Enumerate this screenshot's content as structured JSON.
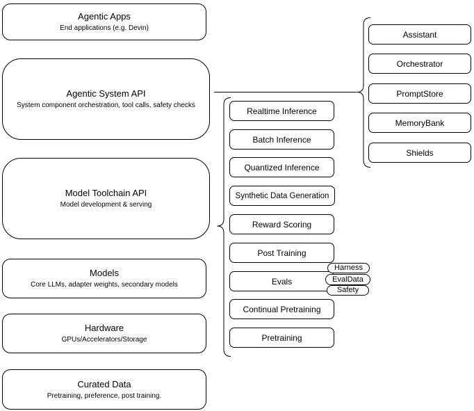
{
  "colors": {
    "background": "#ffffff",
    "box_fill": "#ffffff",
    "stroke": "#000000",
    "text": "#000000"
  },
  "layers": [
    {
      "title": "Agentic Apps",
      "subtitle": "End applications (e.g. Devin)"
    },
    {
      "title": "Agentic System API",
      "subtitle": "System component orchestration, tool calls, safety checks"
    },
    {
      "title": "Model Toolchain API",
      "subtitle": "Model development & serving"
    },
    {
      "title": "Models",
      "subtitle": "Core LLMs, adapter weights, secondary models"
    },
    {
      "title": "Hardware",
      "subtitle": "GPUs/Accelerators/Storage"
    },
    {
      "title": "Curated Data",
      "subtitle": "Pretraining, preference, post training."
    }
  ],
  "toolchain_services": [
    "Realtime Inference",
    "Batch Inference",
    "Quantized Inference",
    "Synthetic Data Generation",
    "Reward Scoring",
    "Post Training",
    "Evals",
    "Continual Pretraining",
    "Pretraining"
  ],
  "eval_tags": [
    "Harness",
    "EvalData",
    "Safety"
  ],
  "system_components": [
    "Assistant",
    "Orchestrator",
    "PromptStore",
    "MemoryBank",
    "Shields"
  ]
}
